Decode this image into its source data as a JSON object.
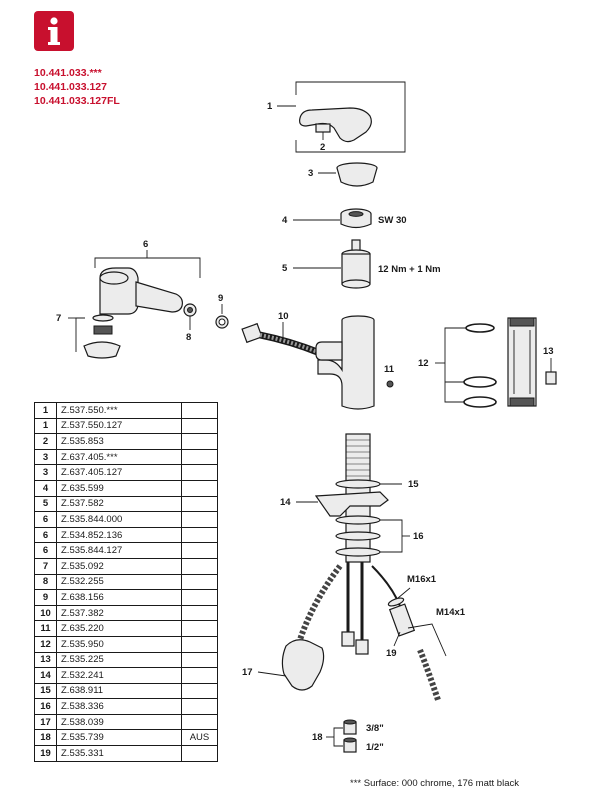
{
  "header": {
    "info_icon": "info-icon",
    "accent_color": "#c8102e",
    "codes": [
      "10.441.033.***",
      "10.441.033.127",
      "10.441.033.127FL"
    ]
  },
  "callouts": {
    "c1": "1",
    "c2": "2",
    "c3": "3",
    "c4": "4",
    "c5": "5",
    "c6": "6",
    "c7": "7",
    "c8": "8",
    "c9": "9",
    "c10": "10",
    "c11": "11",
    "c12": "12",
    "c13": "13",
    "c14": "14",
    "c15": "15",
    "c16": "16",
    "c17": "17",
    "c18": "18",
    "c19": "19"
  },
  "specs": {
    "sw": "SW 30",
    "torque": "12 Nm + 1 Nm",
    "m16": "M16x1",
    "m14": "M14x1",
    "three_eighths": "3/8\"",
    "half": "1/2\""
  },
  "parts_table": [
    {
      "num": "1",
      "code": "Z.537.550.***",
      "note": ""
    },
    {
      "num": "1",
      "code": "Z.537.550.127",
      "note": ""
    },
    {
      "num": "2",
      "code": "Z.535.853",
      "note": ""
    },
    {
      "num": "3",
      "code": "Z.637.405.***",
      "note": ""
    },
    {
      "num": "3",
      "code": "Z.637.405.127",
      "note": ""
    },
    {
      "num": "4",
      "code": "Z.635.599",
      "note": ""
    },
    {
      "num": "5",
      "code": "Z.537.582",
      "note": ""
    },
    {
      "num": "6",
      "code": "Z.535.844.000",
      "note": ""
    },
    {
      "num": "6",
      "code": "Z.534.852.136",
      "note": ""
    },
    {
      "num": "6",
      "code": "Z.535.844.127",
      "note": ""
    },
    {
      "num": "7",
      "code": "Z.535.092",
      "note": ""
    },
    {
      "num": "8",
      "code": "Z.532.255",
      "note": ""
    },
    {
      "num": "9",
      "code": "Z.638.156",
      "note": ""
    },
    {
      "num": "10",
      "code": "Z.537.382",
      "note": ""
    },
    {
      "num": "11",
      "code": "Z.635.220",
      "note": ""
    },
    {
      "num": "12",
      "code": "Z.535.950",
      "note": ""
    },
    {
      "num": "13",
      "code": "Z.535.225",
      "note": ""
    },
    {
      "num": "14",
      "code": "Z.532.241",
      "note": ""
    },
    {
      "num": "15",
      "code": "Z.638.911",
      "note": ""
    },
    {
      "num": "16",
      "code": "Z.538.336",
      "note": ""
    },
    {
      "num": "17",
      "code": "Z.538.039",
      "note": ""
    },
    {
      "num": "18",
      "code": "Z.535.739",
      "note": "AUS"
    },
    {
      "num": "19",
      "code": "Z.535.331",
      "note": ""
    }
  ],
  "footnote": "*** Surface: 000 chrome, 176 matt black"
}
